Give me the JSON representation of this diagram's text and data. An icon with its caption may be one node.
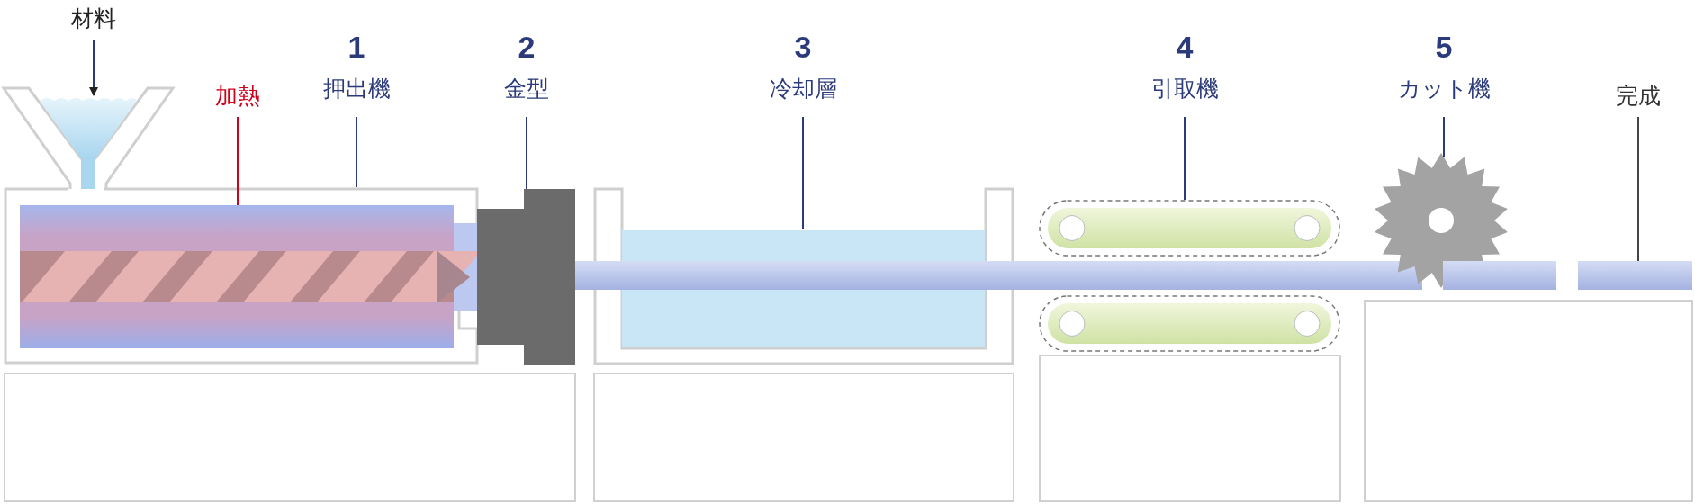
{
  "diagram": {
    "nodes": [
      {
        "text": [
          "材料"
        ]
      },
      {
        "text": [],
        "shape": "picture"
      },
      {
        "text": [
          "加熱"
        ]
      },
      {
        "text": [
          "1",
          "押出機"
        ]
      },
      {
        "text": [
          "2",
          "金型"
        ]
      },
      {
        "text": [
          "3",
          "冷却層"
        ]
      },
      {
        "text": [
          "4",
          "引取機"
        ]
      },
      {
        "text": [
          "5",
          "カット機"
        ]
      },
      {
        "text": [
          "完成"
        ]
      },
      {
        "text": [],
        "shape": "picture"
      },
      {
        "text": [],
        "shape": "picture",
        "in": 9
      },
      {
        "text": [],
        "shape": "box"
      },
      {
        "text": [],
        "shape": "picture"
      },
      {
        "text": [],
        "shape": "box",
        "in": 12
      },
      {
        "text": [],
        "shape": "bar"
      },
      {
        "text": [],
        "shape": "picture"
      },
      {
        "text": [],
        "shape": "picture"
      },
      {
        "text": [],
        "shape": "picture"
      },
      {
        "text": [],
        "shape": "bar"
      },
      {
        "text": [],
        "shape": "bar"
      },
      {
        "text": [],
        "shape": "box"
      },
      {
        "text": [],
        "shape": "box"
      },
      {
        "text": [],
        "shape": "box"
      },
      {
        "text": [],
        "shape": "box"
      }
    ],
    "edges": [
      {
        "from": 0,
        "to": 1,
        "arrow": "to"
      },
      {
        "from": 2,
        "to": 10,
        "arrow": "none",
        "color": "#d0021b"
      },
      {
        "from": 3,
        "to": 9,
        "arrow": "none"
      },
      {
        "from": 4,
        "to": 11,
        "arrow": "none"
      },
      {
        "from": 5,
        "to": 13,
        "arrow": "none"
      },
      {
        "from": 6,
        "to": 15,
        "arrow": "none"
      },
      {
        "from": 7,
        "to": 17,
        "arrow": "none"
      },
      {
        "from": 8,
        "to": 19,
        "arrow": "none",
        "color": "#444444"
      }
    ]
  }
}
